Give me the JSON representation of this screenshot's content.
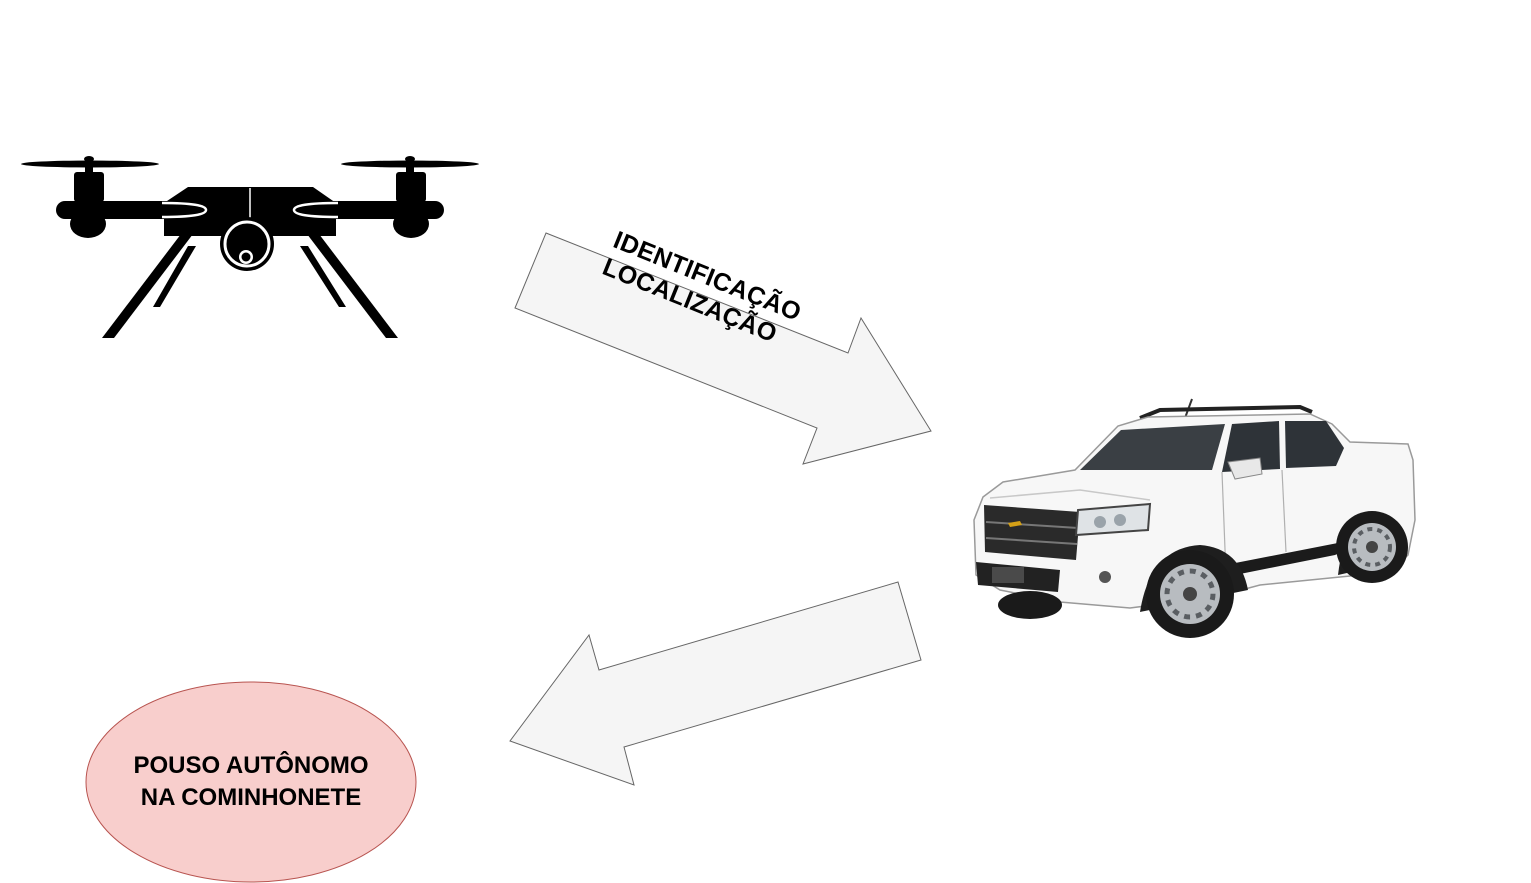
{
  "diagram": {
    "arrow_top": {
      "line1": "IDENTIFICAÇÃO",
      "line2": "LOCALIZAÇÃO"
    },
    "ellipse": {
      "line1": "POUSO AUTÔNOMO",
      "line2": "NA COMINHONETE",
      "fill": "#f8cecc",
      "stroke": "#b85450"
    },
    "arrow_fill": "#f5f5f5",
    "arrow_stroke": "#666666",
    "icons": [
      "drone-icon",
      "pickup-truck-icon"
    ]
  }
}
